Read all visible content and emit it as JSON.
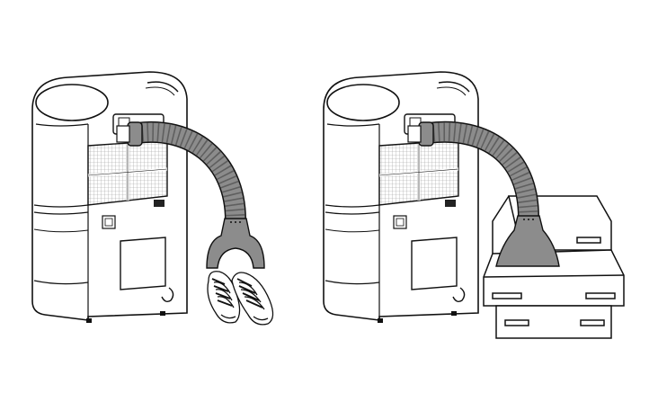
{
  "colors": {
    "line": "#111111",
    "hose": "#8c8c8c",
    "hose_dark": "#5f5f5f",
    "grille": "#d8d8d8",
    "background": "#ffffff"
  },
  "panels": [
    {
      "id": "left",
      "attachment": "shoe-dryer-nozzle",
      "target": "pair-of-sneakers"
    },
    {
      "id": "right",
      "attachment": "wide-funnel-nozzle",
      "target": "chest-of-drawers"
    }
  ]
}
